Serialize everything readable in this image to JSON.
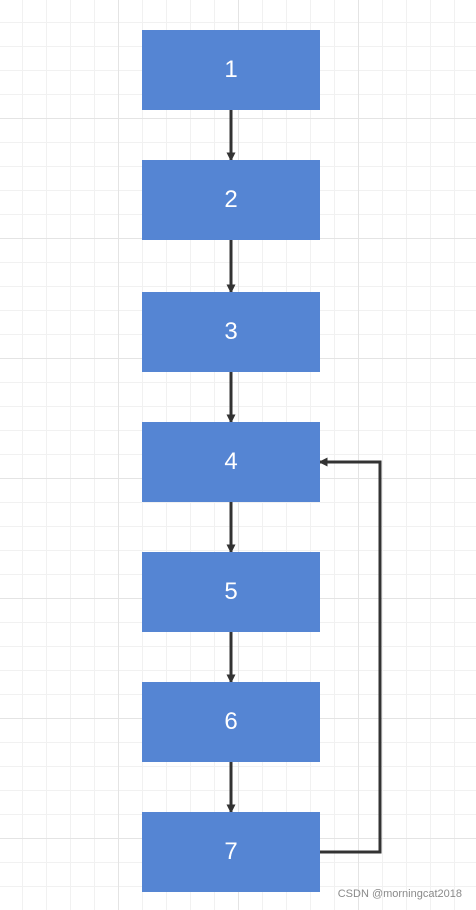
{
  "diagram": {
    "nodes": [
      "1",
      "2",
      "3",
      "4",
      "5",
      "6",
      "7"
    ],
    "edges": [
      {
        "from": "1",
        "to": "2"
      },
      {
        "from": "2",
        "to": "3"
      },
      {
        "from": "3",
        "to": "4"
      },
      {
        "from": "4",
        "to": "5"
      },
      {
        "from": "5",
        "to": "6"
      },
      {
        "from": "6",
        "to": "7"
      },
      {
        "from": "7",
        "to": "4"
      }
    ],
    "colors": {
      "node_fill": "#5585d3",
      "node_text": "#ffffff",
      "arrow": "#333333"
    }
  },
  "watermark": "CSDN @morningcat2018"
}
